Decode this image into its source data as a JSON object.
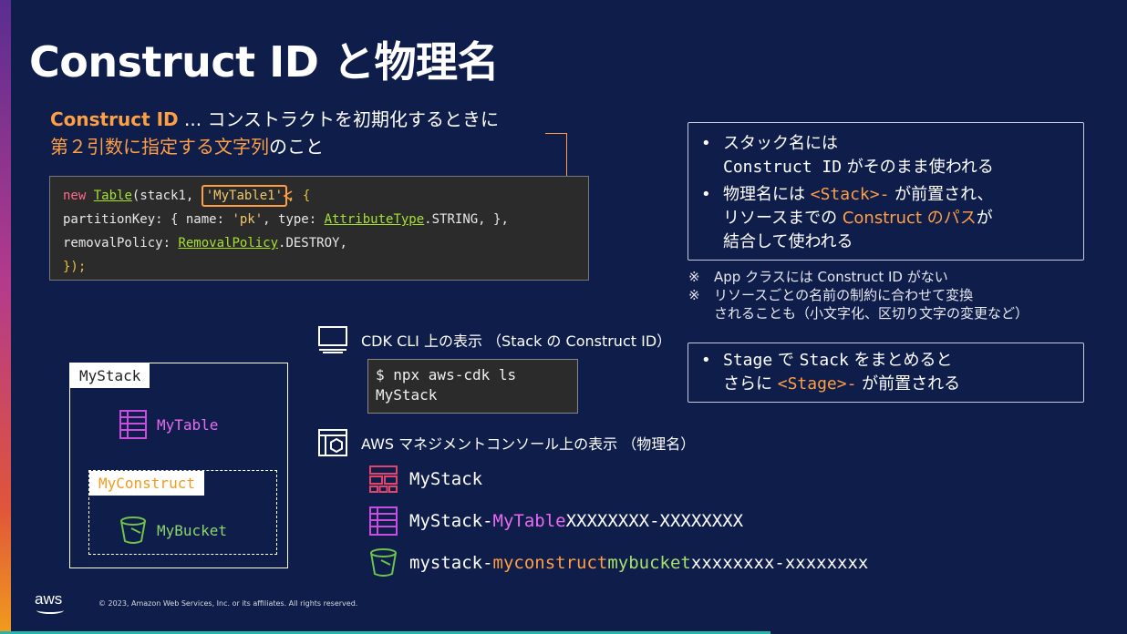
{
  "slide": {
    "title": "Construct ID と物理名"
  },
  "intro": {
    "term": "Construct ID",
    "line1_rest": " ... コンストラクトを初期化するときに",
    "line2_highlight": "第２引数に指定する文字列",
    "line2_rest": "のこと"
  },
  "code": {
    "kw_new": "new",
    "cls_table": "Table",
    "open_args": "(stack1, ",
    "id_string": "'MyTable1'",
    "after_id": ", {",
    "l2_a": "  partitionKey: { name: ",
    "l2_pk": "'pk'",
    "l2_b": ", type: ",
    "l2_cls": "AttributeType",
    "l2_c": ".STRING, },",
    "l3_a": "  removalPolicy: ",
    "l3_cls": "RemovalPolicy",
    "l3_b": ".DESTROY,",
    "l4": "});"
  },
  "info_box_1": {
    "b1_l1": "スタック名には",
    "b1_l2_code": "Construct ID",
    "b1_l2_rest": " がそのまま使われる",
    "b2_l1_a": "物理名には ",
    "b2_l1_code": "<Stack>-",
    "b2_l1_b": " が前置され、",
    "b2_l2_a": "リソースまでの ",
    "b2_l2_code": "Construct のパス",
    "b2_l2_b": "が",
    "b2_l3": "結合して使われる"
  },
  "notes": {
    "mark": "※",
    "n1": "App クラスには Construct ID がない",
    "n2_l1": "リソースごとの名前の制約に合わせて変換",
    "n2_l2": "されることも（小文字化、区切り文字の変更など）"
  },
  "info_box_2": {
    "l1_code1": "Stage",
    "l1_mid": " で ",
    "l1_code2": "Stack",
    "l1_rest": " をまとめると",
    "l2_a": "さらに ",
    "l2_code": "<Stage>-",
    "l2_b": " が前置される"
  },
  "diagram": {
    "stack_label": "MyStack",
    "table_label": "MyTable",
    "construct_label": "MyConstruct",
    "bucket_label": "MyBucket"
  },
  "cli": {
    "heading": "CDK CLI 上の表示 （Stack の Construct ID）",
    "cmd": "$ npx aws-cdk ls",
    "output": "MyStack"
  },
  "console": {
    "heading": "AWS マネジメントコンソール上の表示 （物理名）",
    "r1": "MyStack",
    "r2_prefix": "MyStack-",
    "r2_name": "MyTable",
    "r2_suffix": "XXXXXXXX-XXXXXXXX",
    "r3_prefix": "mystack-",
    "r3_construct": "myconstruct",
    "r3_bucket": "mybucket",
    "r3_suffix": "xxxxxxxx-xxxxxxxx"
  },
  "footer": {
    "logo": "aws",
    "copyright": "© 2023, Amazon Web Services, Inc. or its affiliates. All rights reserved."
  }
}
